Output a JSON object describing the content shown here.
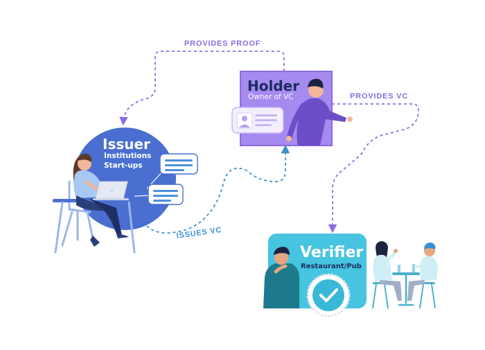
{
  "colors": {
    "issuer": "#4a6fd0",
    "holder": "#a58af0",
    "holder_border": "#8a6ce0",
    "verifier": "#46c4e0",
    "flow_purple": "#8a6ce0",
    "flow_blue": "#3a8fd0",
    "title_dark": "#1c2c5c"
  },
  "flows": {
    "provides_proof": "PROVIDES PROOF",
    "provides_vc": "PROVIDES VC",
    "issues_vc": "ISSUES VC"
  },
  "issuer": {
    "title": "Issuer",
    "lines": [
      "Institutions",
      "Start-ups"
    ]
  },
  "holder": {
    "title": "Holder",
    "subtitle": "Owner of VC"
  },
  "verifier": {
    "title": "Verifier",
    "subtitle": "Restaurant/Pub"
  },
  "icons": [
    "id-card-icon",
    "verified-badge-icon",
    "chat-bubble-icon",
    "laptop-icon"
  ]
}
